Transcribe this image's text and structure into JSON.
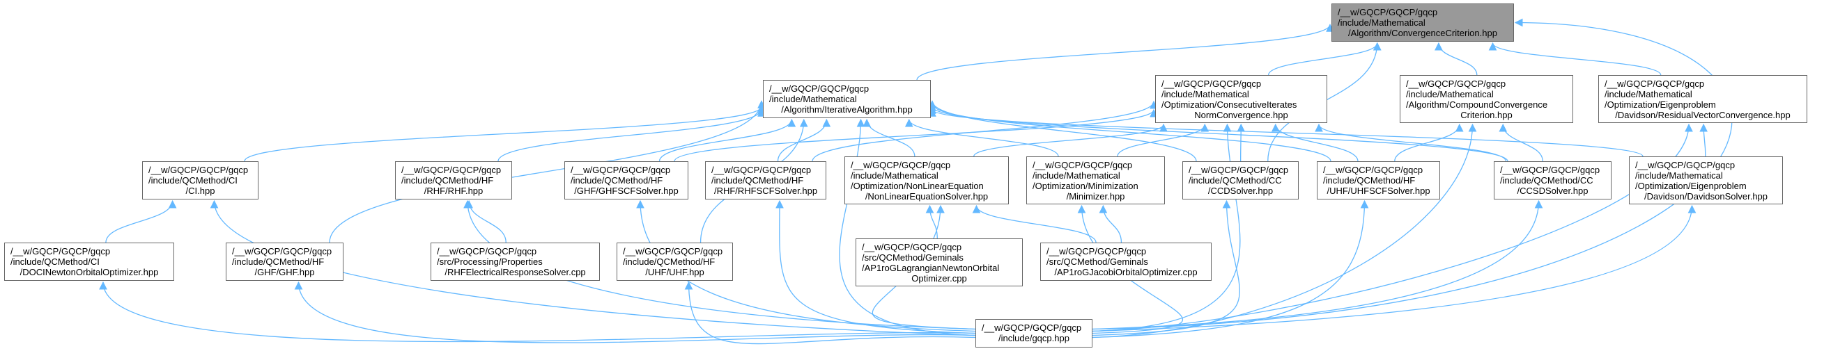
{
  "graph": {
    "edge_color": "#63b8ff",
    "root_fill": "#999999",
    "nodes": [
      {
        "id": "top",
        "lines": [
          "/__w/GQCP/GQCP/gqcp",
          "/include/Mathematical",
          "/Algorithm/ConvergenceCriterion.hpp"
        ],
        "root": true
      },
      {
        "id": "iter",
        "lines": [
          "/__w/GQCP/GQCP/gqcp",
          "/include/Mathematical",
          "/Algorithm/IterativeAlgorithm.hpp"
        ]
      },
      {
        "id": "consec",
        "lines": [
          "/__w/GQCP/GQCP/gqcp",
          "/include/Mathematical",
          "/Optimization/ConsecutiveIterates",
          "NormConvergence.hpp"
        ]
      },
      {
        "id": "compound",
        "lines": [
          "/__w/GQCP/GQCP/gqcp",
          "/include/Mathematical",
          "/Algorithm/CompoundConvergence",
          "Criterion.hpp"
        ]
      },
      {
        "id": "residual",
        "lines": [
          "/__w/GQCP/GQCP/gqcp",
          "/include/Mathematical",
          "/Optimization/Eigenproblem",
          "/Davidson/ResidualVectorConvergence.hpp"
        ]
      },
      {
        "id": "ci",
        "lines": [
          "/__w/GQCP/GQCP/gqcp",
          "/include/QCMethod/CI",
          "/CI.hpp"
        ]
      },
      {
        "id": "rhf",
        "lines": [
          "/__w/GQCP/GQCP/gqcp",
          "/include/QCMethod/HF",
          "/RHF/RHF.hpp"
        ]
      },
      {
        "id": "ghfscf",
        "lines": [
          "/__w/GQCP/GQCP/gqcp",
          "/include/QCMethod/HF",
          "/GHF/GHFSCFSolver.hpp"
        ]
      },
      {
        "id": "rhfscf",
        "lines": [
          "/__w/GQCP/GQCP/gqcp",
          "/include/QCMethod/HF",
          "/RHF/RHFSCFSolver.hpp"
        ]
      },
      {
        "id": "nonlin",
        "lines": [
          "/__w/GQCP/GQCP/gqcp",
          "/include/Mathematical",
          "/Optimization/NonLinearEquation",
          "/NonLinearEquationSolver.hpp"
        ]
      },
      {
        "id": "minim",
        "lines": [
          "/__w/GQCP/GQCP/gqcp",
          "/include/Mathematical",
          "/Optimization/Minimization",
          "/Minimizer.hpp"
        ]
      },
      {
        "id": "ccd",
        "lines": [
          "/__w/GQCP/GQCP/gqcp",
          "/include/QCMethod/CC",
          "/CCDSolver.hpp"
        ]
      },
      {
        "id": "uhfscf",
        "lines": [
          "/__w/GQCP/GQCP/gqcp",
          "/include/QCMethod/HF",
          "/UHF/UHFSCFSolver.hpp"
        ]
      },
      {
        "id": "ccsd",
        "lines": [
          "/__w/GQCP/GQCP/gqcp",
          "/include/QCMethod/CC",
          "/CCSDSolver.hpp"
        ]
      },
      {
        "id": "davidson",
        "lines": [
          "/__w/GQCP/GQCP/gqcp",
          "/include/Mathematical",
          "/Optimization/Eigenproblem",
          "/Davidson/DavidsonSolver.hpp"
        ]
      },
      {
        "id": "doci",
        "lines": [
          "/__w/GQCP/GQCP/gqcp",
          "/include/QCMethod/CI",
          "/DOCINewtonOrbitalOptimizer.hpp"
        ]
      },
      {
        "id": "ghf",
        "lines": [
          "/__w/GQCP/GQCP/gqcp",
          "/include/QCMethod/HF",
          "/GHF/GHF.hpp"
        ]
      },
      {
        "id": "rhfelec",
        "lines": [
          "/__w/GQCP/GQCP/gqcp",
          "/src/Processing/Properties",
          "/RHFElectricalResponseSolver.cpp"
        ]
      },
      {
        "id": "uhf",
        "lines": [
          "/__w/GQCP/GQCP/gqcp",
          "/include/QCMethod/HF",
          "/UHF/UHF.hpp"
        ]
      },
      {
        "id": "lag",
        "lines": [
          "/__w/GQCP/GQCP/gqcp",
          "/src/QCMethod/Geminals",
          "/AP1roGLagrangianNewtonOrbital",
          "Optimizer.cpp"
        ]
      },
      {
        "id": "jacobi",
        "lines": [
          "/__w/GQCP/GQCP/gqcp",
          "/src/QCMethod/Geminals",
          "/AP1roGJacobiOrbitalOptimizer.cpp"
        ]
      },
      {
        "id": "gqcp",
        "lines": [
          "/__w/GQCP/GQCP/gqcp",
          "/include/gqcp.hpp"
        ]
      }
    ],
    "edges": [
      [
        "iter",
        "top"
      ],
      [
        "consec",
        "top"
      ],
      [
        "compound",
        "top"
      ],
      [
        "residual",
        "top"
      ],
      [
        "ccd",
        "top"
      ],
      [
        "gqcp",
        "top"
      ],
      [
        "ci",
        "iter"
      ],
      [
        "rhf",
        "iter"
      ],
      [
        "ghfscf",
        "iter"
      ],
      [
        "rhfscf",
        "iter"
      ],
      [
        "nonlin",
        "iter"
      ],
      [
        "minim",
        "iter"
      ],
      [
        "ccd",
        "iter"
      ],
      [
        "uhfscf",
        "iter"
      ],
      [
        "ccsd",
        "iter"
      ],
      [
        "davidson",
        "iter"
      ],
      [
        "ghf",
        "iter"
      ],
      [
        "uhf",
        "iter"
      ],
      [
        "gqcp",
        "iter"
      ],
      [
        "ghfscf",
        "consec"
      ],
      [
        "rhfscf",
        "consec"
      ],
      [
        "nonlin",
        "consec"
      ],
      [
        "minim",
        "consec"
      ],
      [
        "ccd",
        "consec"
      ],
      [
        "uhfscf",
        "consec"
      ],
      [
        "ccsd",
        "consec"
      ],
      [
        "gqcp",
        "consec"
      ],
      [
        "uhfscf",
        "compound"
      ],
      [
        "ccsd",
        "compound"
      ],
      [
        "gqcp",
        "compound"
      ],
      [
        "davidson",
        "residual"
      ],
      [
        "gqcp",
        "residual"
      ],
      [
        "doci",
        "ci"
      ],
      [
        "gqcp",
        "ci"
      ],
      [
        "rhfelec",
        "rhf"
      ],
      [
        "gqcp",
        "rhf"
      ],
      [
        "gqcp",
        "ghfscf"
      ],
      [
        "gqcp",
        "rhfscf"
      ],
      [
        "lag",
        "nonlin"
      ],
      [
        "jacobi",
        "nonlin"
      ],
      [
        "gqcp",
        "nonlin"
      ],
      [
        "jacobi",
        "minim"
      ],
      [
        "gqcp",
        "minim"
      ],
      [
        "gqcp",
        "ccd"
      ],
      [
        "gqcp",
        "uhfscf"
      ],
      [
        "gqcp",
        "ccsd"
      ],
      [
        "gqcp",
        "davidson"
      ],
      [
        "gqcp",
        "doci"
      ],
      [
        "gqcp",
        "ghf"
      ],
      [
        "gqcp",
        "uhf"
      ]
    ]
  }
}
